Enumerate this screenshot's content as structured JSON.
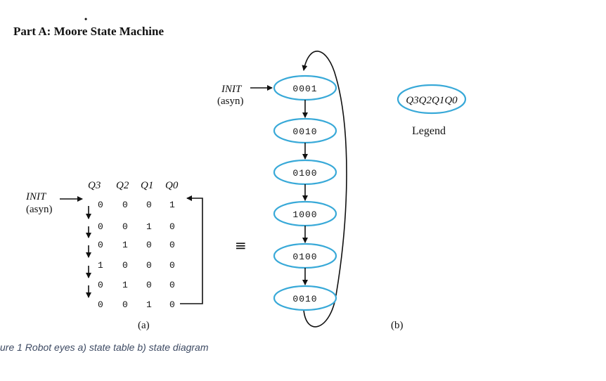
{
  "heading": "Part A: Moore State Machine",
  "tick_mark": "•",
  "figure_caption": "ure 1 Robot eyes a) state table b) state diagram",
  "table": {
    "init_label": "INIT",
    "init_sub": "(asyn)",
    "headers": [
      "Q3",
      "Q2",
      "Q1",
      "Q0"
    ],
    "rows": [
      [
        "0",
        "0",
        "0",
        "1"
      ],
      [
        "0",
        "0",
        "1",
        "0"
      ],
      [
        "0",
        "1",
        "0",
        "0"
      ],
      [
        "1",
        "0",
        "0",
        "0"
      ],
      [
        "0",
        "1",
        "0",
        "0"
      ],
      [
        "0",
        "0",
        "1",
        "0"
      ]
    ],
    "caption": "(a)"
  },
  "equiv_symbol": "≡",
  "diagram": {
    "init_label": "INIT",
    "init_sub": "(asyn)",
    "states": [
      "0001",
      "0010",
      "0100",
      "1000",
      "0100",
      "0010"
    ],
    "caption": "(b)",
    "state_color": "#38a9d8"
  },
  "legend": {
    "node_text": "Q3Q2Q1Q0",
    "label": "Legend"
  }
}
